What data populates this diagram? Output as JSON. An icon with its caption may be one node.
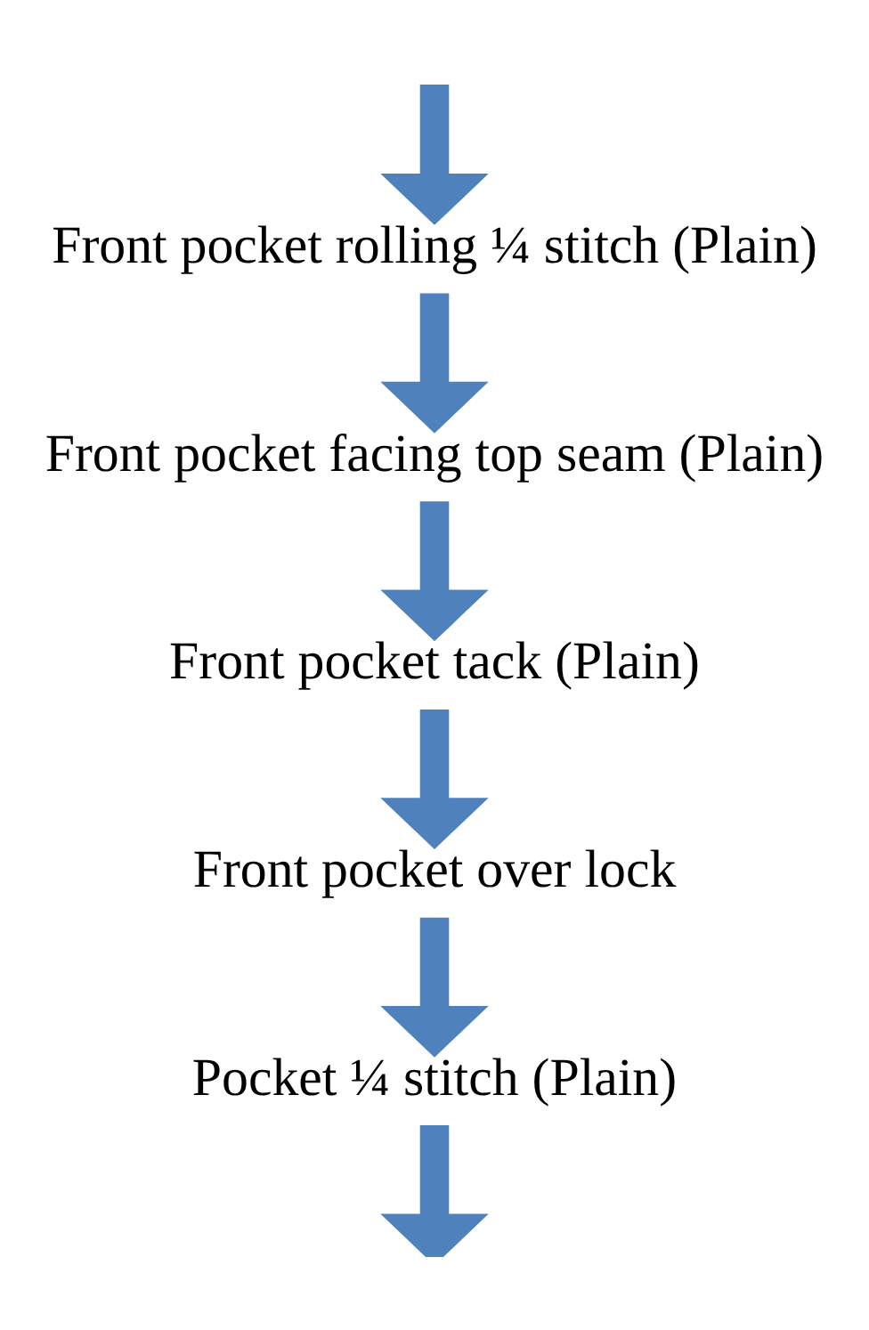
{
  "diagram": {
    "nodes": [
      {
        "text": [
          "Front pocket rolling ¼ stitch (Plain)"
        ]
      },
      {
        "text": [
          "Front pocket facing top seam (Plain)"
        ]
      },
      {
        "text": [
          "Front pocket tack (Plain)"
        ]
      },
      {
        "text": [
          "Front pocket over lock"
        ]
      },
      {
        "text": [
          "Pocket ¼ stitch (Plain)"
        ]
      }
    ],
    "edges": [
      {
        "from": null,
        "to": 0,
        "arrow": "to"
      },
      {
        "from": 0,
        "to": 1,
        "arrow": "to"
      },
      {
        "from": 1,
        "to": 2,
        "arrow": "to"
      },
      {
        "from": 2,
        "to": 3,
        "arrow": "to"
      },
      {
        "from": 3,
        "to": 4,
        "arrow": "to"
      },
      {
        "from": 4,
        "to": null,
        "arrow": "to"
      }
    ]
  }
}
